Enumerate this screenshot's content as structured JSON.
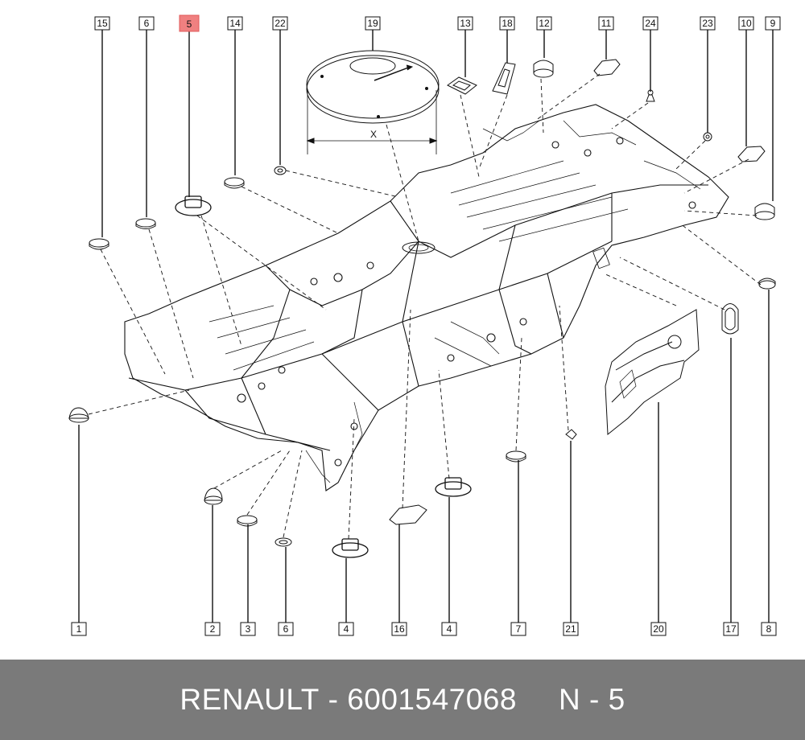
{
  "diagram": {
    "callouts_top": [
      "15",
      "6",
      "5",
      "14",
      "22",
      "19",
      "13",
      "18",
      "12",
      "11",
      "24",
      "23",
      "10",
      "9"
    ],
    "callouts_bottom": [
      "1",
      "2",
      "3",
      "6",
      "4",
      "16",
      "4",
      "7",
      "21",
      "20",
      "17",
      "8"
    ],
    "highlighted_callout": "5",
    "dimension_label": "X",
    "highlight_color": "#f08080",
    "line_color": "#111111"
  },
  "footer": {
    "brand": "RENAULT",
    "separator": "-",
    "part_number": "6001547068",
    "position_label": "N - 5",
    "background_color": "#7a7a7a"
  }
}
